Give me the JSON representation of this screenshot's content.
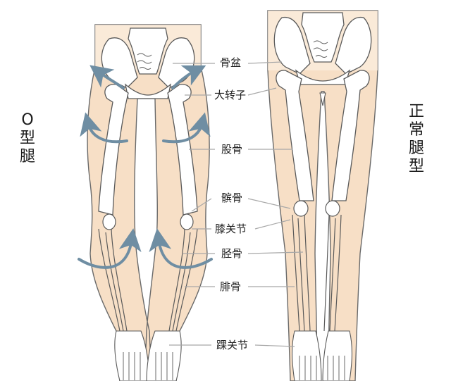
{
  "title_left": {
    "chars": [
      "O",
      "型",
      "腿"
    ],
    "text": "O型腿"
  },
  "title_right": {
    "chars": [
      "正",
      "常",
      "腿",
      "型"
    ],
    "text": "正常腿型"
  },
  "labels": [
    {
      "id": "pelvis",
      "text": "骨盆"
    },
    {
      "id": "greater-trochanter",
      "text": "大转子"
    },
    {
      "id": "femur",
      "text": "股骨"
    },
    {
      "id": "patella",
      "text": "髌骨"
    },
    {
      "id": "knee-joint",
      "text": "膝关节"
    },
    {
      "id": "tibia",
      "text": "胫骨"
    },
    {
      "id": "fibula",
      "text": "腓骨"
    },
    {
      "id": "ankle-joint",
      "text": "踝关节"
    }
  ],
  "colors": {
    "skin": "#f7dfc6",
    "skin_light": "#fbeee0",
    "bone_outline": "#5a5a5a",
    "bone_fill": "#ffffff",
    "arrow": "#6f8ea3",
    "leader_line": "#a8a8a8"
  }
}
